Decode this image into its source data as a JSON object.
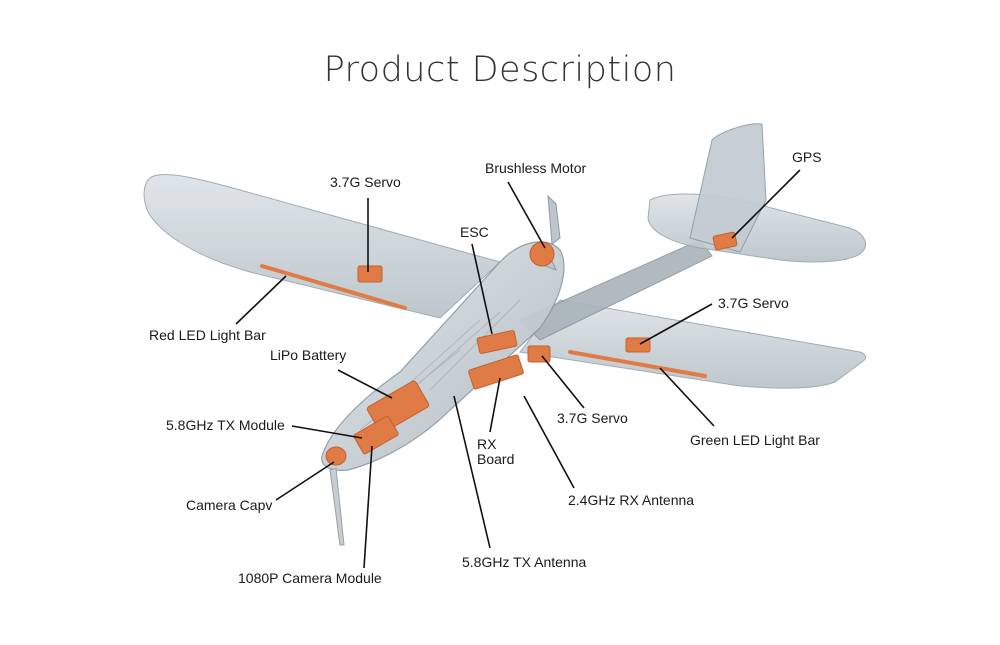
{
  "title": "Product Description",
  "colors": {
    "airframe": "#c9d1d6",
    "component": "#e07b45",
    "component_dark": "#c4602e"
  },
  "labels": {
    "servo_left_wing": "3.7G Servo",
    "brushless_motor": "Brushless Motor",
    "gps": "GPS",
    "esc": "ESC",
    "servo_right_wing": "3.7G Servo",
    "red_led": "Red LED Light Bar",
    "lipo": "LiPo Battery",
    "tx_module": "5.8GHz TX Module",
    "servo_tail": "3.7G Servo",
    "green_led": "Green LED Light Bar",
    "rx_board_line1": "RX",
    "rx_board_line2": "Board",
    "camera_capv": "Camera Capv",
    "rx_antenna": "2.4GHz RX Antenna",
    "camera_module": "1080P Camera Module",
    "tx_antenna": "5.8GHz TX Antenna"
  }
}
